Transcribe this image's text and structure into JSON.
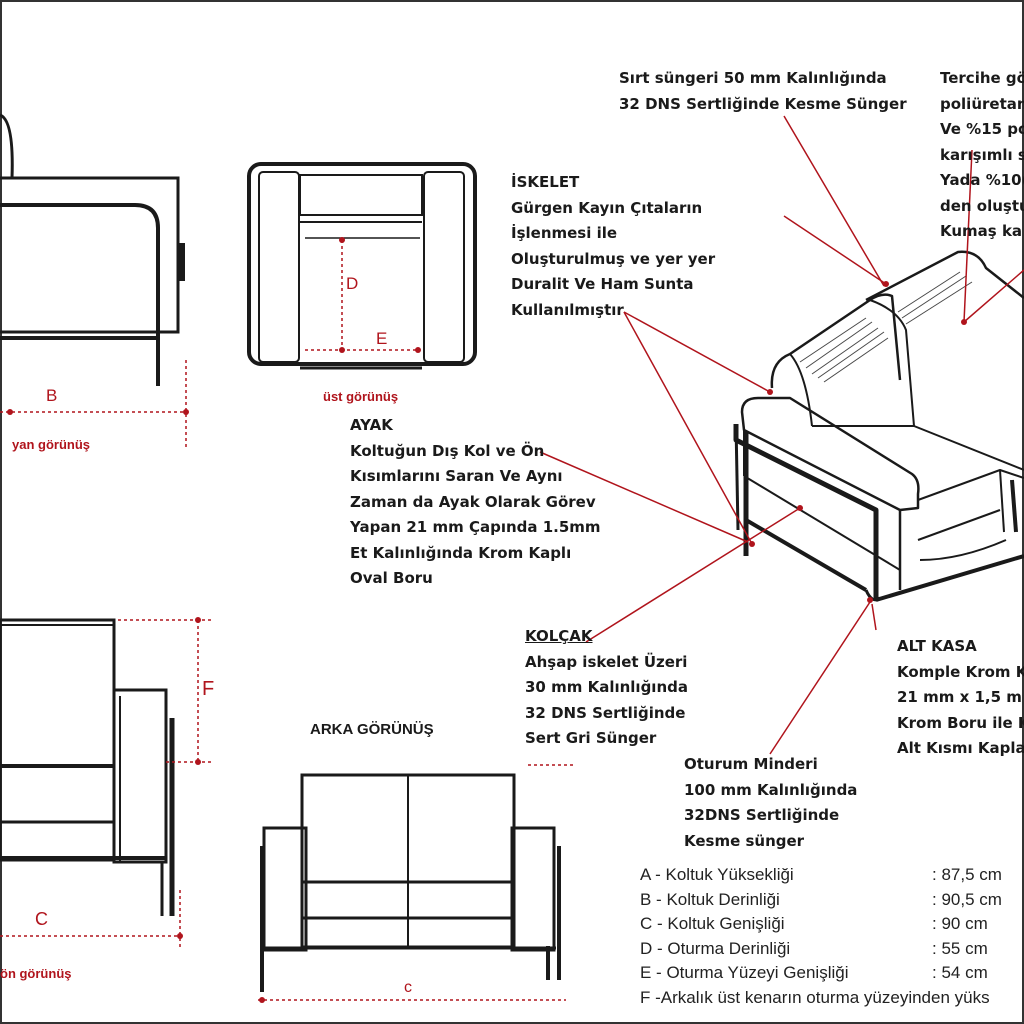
{
  "views": {
    "side_label": "yan görünüş",
    "top_label": "üst görünüş",
    "back_title": "ARKA GÖRÜNÜŞ",
    "front_label": "ön görünüş"
  },
  "dimension_letters": {
    "b": "B",
    "d": "D",
    "e": "E",
    "f": "F",
    "c_front": "C",
    "c_back": "c"
  },
  "callouts": {
    "sirt": [
      "Sırt süngeri 50 mm Kalınlığında",
      "32 DNS Sertliğinde Kesme Sünger"
    ],
    "tercihe": [
      "Tercihe gö",
      "poliüretan",
      "Ve %15 po",
      "karışımlı s",
      "Yada %10(",
      "den oluştu",
      "Kumaş ka"
    ],
    "iskelet": [
      "İSKELET",
      "Gürgen Kayın Çıtaların",
      "İşlenmesi ile",
      "Oluşturulmuş ve yer yer",
      "Duralit Ve Ham Sunta",
      "Kullanılmıştır"
    ],
    "ayak": [
      "AYAK",
      "Koltuğun Dış Kol ve Ön",
      "Kısımlarını Saran Ve Aynı",
      "Zaman da Ayak Olarak Görev",
      "Yapan 21 mm Çapında 1.5mm",
      "Et Kalınlığında Krom Kaplı",
      "Oval Boru"
    ],
    "kolcak": [
      "KOLÇAK",
      "Ahşap iskelet Üzeri",
      "30 mm Kalınlığında",
      "32 DNS Sertliğinde",
      "Sert Gri Sünger"
    ],
    "oturum": [
      "Oturum Minderi",
      "100 mm Kalınlığında",
      "32DNS Sertliğinde",
      "Kesme sünger"
    ],
    "alt_kasa": [
      "ALT KASA",
      "Komple Krom K",
      "21 mm x 1,5 m",
      "Krom Boru ile K",
      "Alt Kısmı Kapla"
    ]
  },
  "specs": [
    {
      "label": "A - Koltuk Yüksekliği",
      "value": ": 87,5 cm"
    },
    {
      "label": "B - Koltuk Derinliği",
      "value": ": 90,5 cm"
    },
    {
      "label": "C - Koltuk Genişliği",
      "value": ": 90 cm"
    },
    {
      "label": "D - Oturma Derinliği",
      "value": ": 55 cm"
    },
    {
      "label": "E - Oturma Yüzeyi Genişliği",
      "value": ": 54 cm"
    },
    {
      "label": "F -Arkalık üst kenarın oturma yüzeyinden yüks",
      "value": ""
    }
  ],
  "colors": {
    "line": "#1a1a1a",
    "dimension": "#b0141c",
    "background": "#ffffff"
  }
}
